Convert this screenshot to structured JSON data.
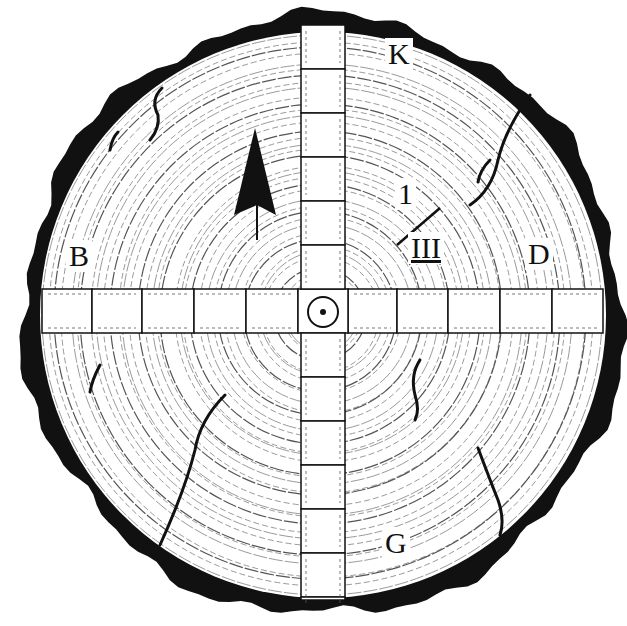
{
  "diagram": {
    "labels": [
      "K",
      "1",
      "III",
      "B",
      "D",
      "G"
    ]
  }
}
